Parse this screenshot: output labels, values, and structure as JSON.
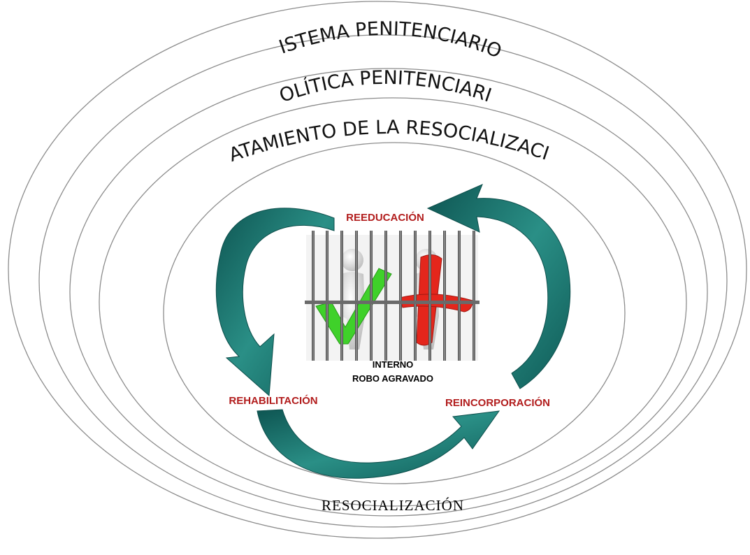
{
  "diagram": {
    "rings": [
      {
        "label": "SISTEMA PENITENCIARIO"
      },
      {
        "label": "POLÍTICA PENITENCIARIA"
      },
      {
        "label": "TRATAMIENTO DE LA RESOCIALIZACIÓN"
      }
    ],
    "cycle": {
      "stages": [
        "REEDUCACIÓN",
        "REINCORPORACIÓN",
        "REHABILITACIÓN"
      ],
      "arrow_color": "#1f7a74"
    },
    "center": {
      "line1": "INTERNO",
      "line2": "ROBO AGRAVADO",
      "check_color": "#3fd12a",
      "cross_color": "#e4261c"
    },
    "bottom_label": "RESOCIALIZACIÓN"
  }
}
